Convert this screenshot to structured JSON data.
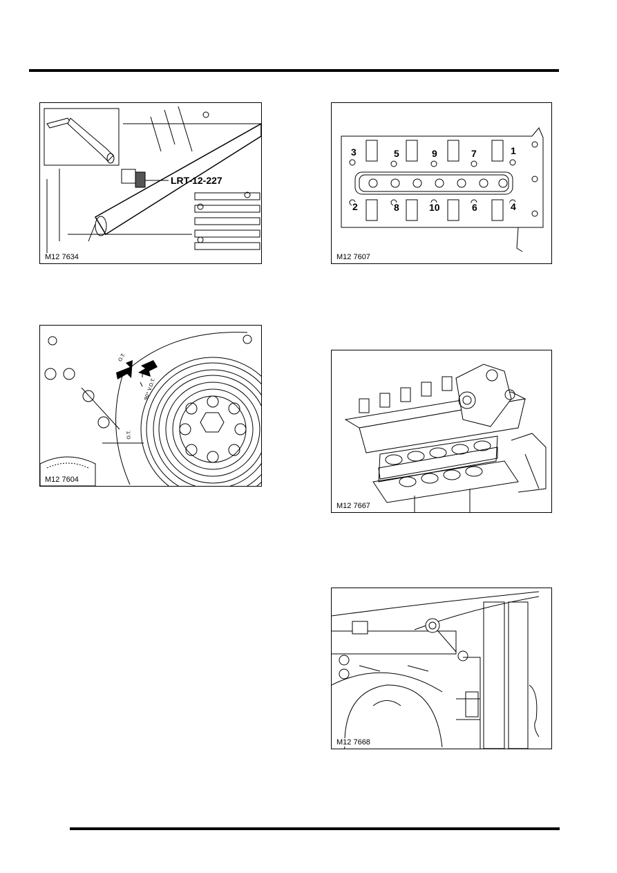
{
  "figures": {
    "fig_7634": {
      "caption": "M12 7634",
      "tool_label": "LRT-12-227"
    },
    "fig_7604": {
      "caption": "M12 7604",
      "mark_ot_top": "O.T.",
      "mark_ot_side": "O.T.",
      "mark_90": "90° V.O.T."
    },
    "fig_7607": {
      "caption": "M12 7607",
      "sequence_top": [
        "3",
        "5",
        "9",
        "7",
        "1"
      ],
      "sequence_bottom": [
        "2",
        "8",
        "10",
        "6",
        "4"
      ]
    },
    "fig_7667": {
      "caption": "M12 7667"
    },
    "fig_7668": {
      "caption": "M12 7668"
    }
  }
}
